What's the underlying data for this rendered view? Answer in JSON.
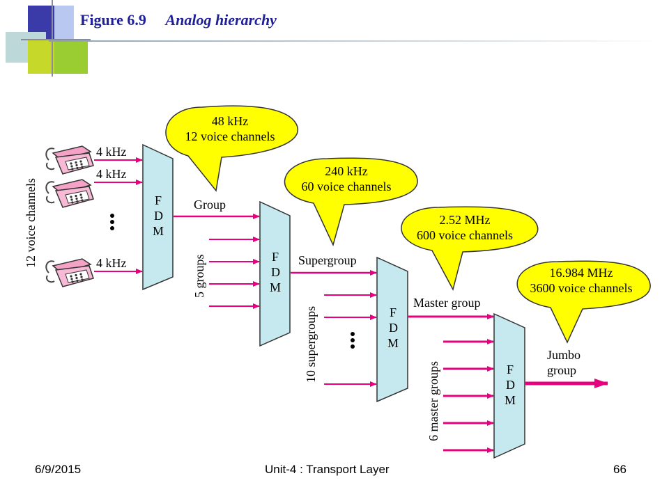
{
  "slide": {
    "figure_number": "Figure 6.9",
    "figure_caption": "Analog hierarchy"
  },
  "footer": {
    "date": "6/9/2015",
    "center": "Unit-4 : Transport Layer",
    "page": "66"
  },
  "diagram": {
    "colors": {
      "arrow": "#e6007e",
      "fdm_fill": "#c6e8ef",
      "callout": "#ffff00"
    },
    "mux_label": [
      "F",
      "D",
      "M"
    ],
    "stage1": {
      "side_label": "12 voice channels",
      "inputs": [
        "4 kHz",
        "4 kHz",
        "4 kHz"
      ],
      "ellipsis": "•\n•\n•",
      "output": "Group",
      "callout": [
        "48 kHz",
        "12 voice channels"
      ]
    },
    "stage2": {
      "side_label": "5 groups",
      "output": "Supergroup",
      "callout": [
        "240 kHz",
        "60 voice channels"
      ]
    },
    "stage3": {
      "side_label": "10 supergroups",
      "output": "Master group",
      "callout": [
        "2.52 MHz",
        "600 voice channels"
      ]
    },
    "stage4": {
      "side_label": "6 master groups",
      "output": [
        "Jumbo",
        "group"
      ],
      "callout": [
        "16.984 MHz",
        "3600 voice channels"
      ]
    }
  }
}
